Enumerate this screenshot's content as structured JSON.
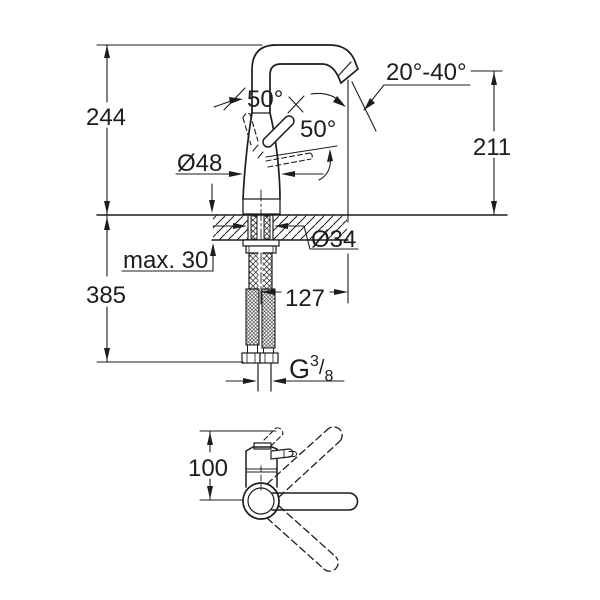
{
  "colors": {
    "ink": "#1d1d1b",
    "paper": "#ffffff"
  },
  "front_view": {
    "height_above_deck": "244",
    "outlet_height": "211",
    "hose_length_below_deck": "385",
    "spout_reach": "127",
    "body_diameter": "Ø48",
    "shank_diameter": "Ø34",
    "max_deck_thickness": "max. 30",
    "handle_swing_up": "50°",
    "handle_swing_down": "50°",
    "aerator_angle_range": "20°-40°",
    "thread": {
      "letter": "G",
      "numerator": "3",
      "slash": "/",
      "denominator": "8"
    }
  },
  "top_view": {
    "handle_height": "100"
  }
}
